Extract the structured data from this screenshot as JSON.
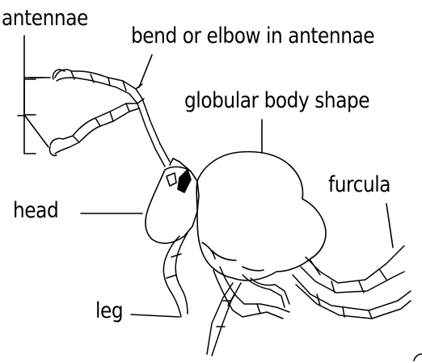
{
  "labels": {
    "antennae": "antennae",
    "bend": "bend or elbow in antennae",
    "globular": "globular body shape",
    "furcula": "furcula",
    "head": "head",
    "leg": "leg"
  },
  "colors": {
    "ink": "#000000",
    "background": "#ffffff"
  }
}
